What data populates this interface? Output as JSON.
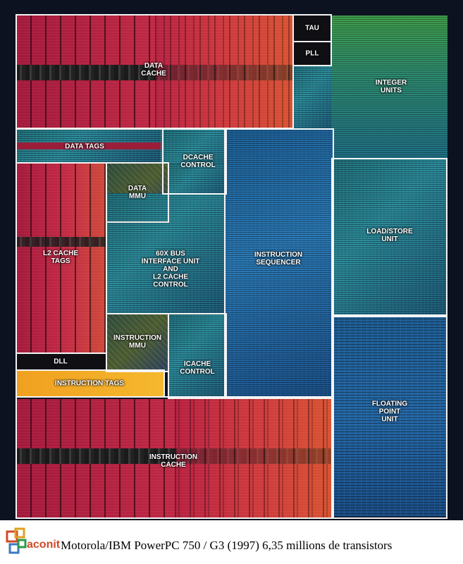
{
  "blocks": {
    "tau": "TAU",
    "pll": "PLL",
    "data_cache": [
      "DATA",
      "CACHE"
    ],
    "integer_units": [
      "INTEGER",
      "UNITS"
    ],
    "data_tags": "DATA TAGS",
    "dcache_control": [
      "DCACHE",
      "CONTROL"
    ],
    "data_mmu": [
      "DATA",
      "MMU"
    ],
    "load_store_unit": [
      "LOAD/STORE",
      "UNIT"
    ],
    "l2_cache_tags": [
      "L2 CACHE",
      "TAGS"
    ],
    "bus_interface": [
      "60X BUS",
      "INTERFACE UNIT",
      "AND",
      "L2 CACHE",
      "CONTROL"
    ],
    "instruction_sequencer": [
      "INSTRUCTION",
      "SEQUENCER"
    ],
    "instruction_mmu": [
      "INSTRUCTION",
      "MMU"
    ],
    "dll": "DLL",
    "icache_control": [
      "ICACHE",
      "CONTROL"
    ],
    "instruction_tags": "INSTRUCTION TAGS",
    "floating_point_unit": [
      "FLOATING",
      "POINT",
      "UNIT"
    ],
    "instruction_cache": [
      "INSTRUCTION",
      "CACHE"
    ]
  },
  "caption": {
    "logo_text": "aconit",
    "text": "Motorola/IBM PowerPC 750 / G3  (1997) 6,35 millions de transistors"
  },
  "colors": {
    "cache_red": "#c22a45",
    "tags_orange": "#f0a020",
    "logic_teal": "#2a8a9a",
    "logic_blue": "#2a78b4",
    "outline": "#f4f4f4",
    "logo_orange": "#d04a2a"
  }
}
